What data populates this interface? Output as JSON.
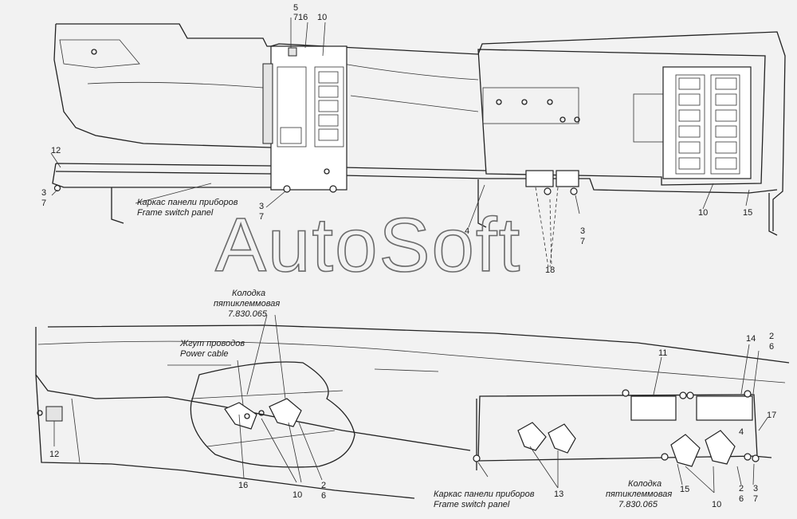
{
  "watermark": "AutoSoft",
  "top": {
    "labels": {
      "n5": "5",
      "n7a": "7",
      "n16": "16",
      "n10a": "10",
      "n12": "12",
      "n3a": "3",
      "n7b": "7",
      "n3b": "3",
      "n7c": "7",
      "n4": "4",
      "n3c": "3",
      "n7d": "7",
      "n18": "18",
      "n10b": "10",
      "n15": "15"
    },
    "caption_ru": "Каркас панели приборов",
    "caption_en": "Frame switch panel"
  },
  "bottom": {
    "labels": {
      "n12": "12",
      "n16": "16",
      "n10a": "10",
      "n2a": "2",
      "n6a": "6",
      "n11": "11",
      "n14": "14",
      "n2b": "2",
      "n6b": "6",
      "n17": "17",
      "n4": "4",
      "n13": "13",
      "n15": "15",
      "n10b": "10",
      "n2c": "2",
      "n6c": "6",
      "n3": "3",
      "n7": "7"
    },
    "connector_ru_line1": "Колодка",
    "connector_ru_line2": "пятиклеммовая",
    "connector_code": "7.830.065",
    "cable_ru": "Жгут проводов",
    "cable_en": "Power cable",
    "caption_ru": "Каркас панели приборов",
    "caption_en": "Frame switch panel",
    "connector2_ru_line1": "Колодка",
    "connector2_ru_line2": "пятиклеммовая",
    "connector2_code": "7.830.065"
  }
}
